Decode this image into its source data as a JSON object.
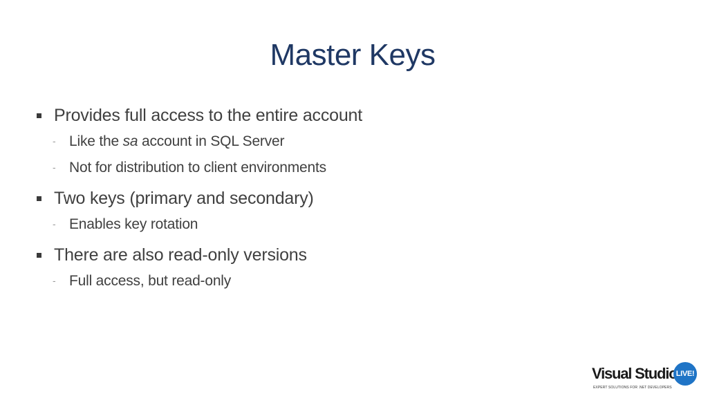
{
  "slide": {
    "title": "Master Keys",
    "bullets": [
      {
        "text": "Provides full access to the entire account",
        "subitems": [
          {
            "prefix": "Like the ",
            "emphasis": "sa",
            "suffix": " account in SQL Server"
          },
          {
            "prefix": "Not for distribution to client environments",
            "emphasis": "",
            "suffix": ""
          }
        ]
      },
      {
        "text": "Two keys (primary and secondary)",
        "subitems": [
          {
            "prefix": "Enables key rotation",
            "emphasis": "",
            "suffix": ""
          }
        ]
      },
      {
        "text": "There are also read-only versions",
        "subitems": [
          {
            "prefix": "Full access, but read-only",
            "emphasis": "",
            "suffix": ""
          }
        ]
      }
    ],
    "sub_marker": "-"
  },
  "logo": {
    "name": "Visual Studio",
    "badge": "LIVE!",
    "tagline": "EXPERT SOLUTIONS FOR .NET DEVELOPERS"
  },
  "colors": {
    "title": "#1f3864",
    "body_text": "#404040",
    "logo_badge": "#1f74c6"
  }
}
